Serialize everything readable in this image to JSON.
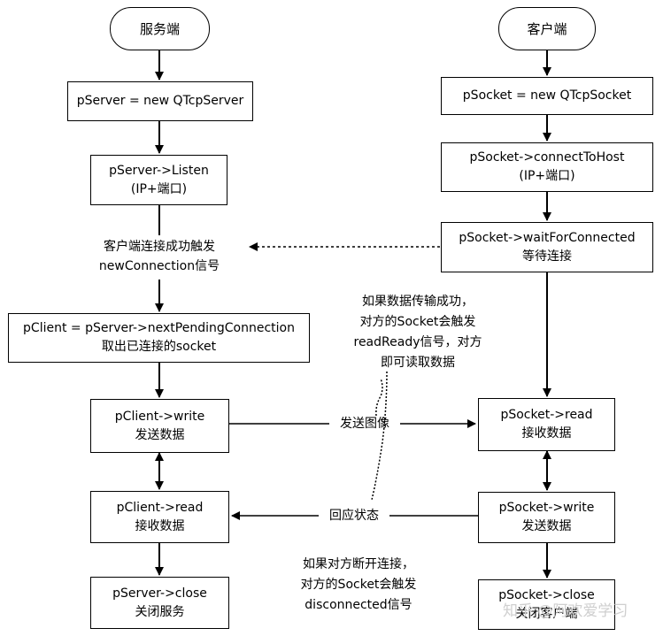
{
  "server": {
    "title": "服务端",
    "new_server": "pServer = new QTcpServer",
    "listen": [
      "pServer->Listen",
      "(IP+端口)"
    ],
    "new_connection": [
      "客户端连接成功触发",
      "newConnection信号"
    ],
    "pending": [
      "pClient = pServer->nextPendingConnection",
      "取出已连接的socket"
    ],
    "write": [
      "pClient->write",
      "发送数据"
    ],
    "read": [
      "pClient->read",
      "接收数据"
    ],
    "close": [
      "pServer->close",
      "关闭服务"
    ]
  },
  "client": {
    "title": "客户端",
    "new_socket": "pSocket = new QTcpSocket",
    "connect": [
      "pSocket->connectToHost",
      "(IP+端口)"
    ],
    "wait": [
      "pSocket->waitForConnected",
      "等待连接"
    ],
    "read": [
      "pSocket->read",
      "接收数据"
    ],
    "write": [
      "pSocket->write",
      "发送数据"
    ],
    "close": [
      "pSocket->close",
      "关闭客户端"
    ]
  },
  "edges": {
    "send_image": "发送图像",
    "reply_status": "回应状态"
  },
  "notes": {
    "ready_read": [
      "如果数据传输成功，",
      "对方的Socket会触发",
      "readReady信号，对方",
      "即可读取数据"
    ],
    "disconnected": [
      "如果对方断开连接，",
      "对方的Socket会触发",
      "disconnected信号"
    ]
  },
  "watermark": "知乎 @阿欢爱学习"
}
